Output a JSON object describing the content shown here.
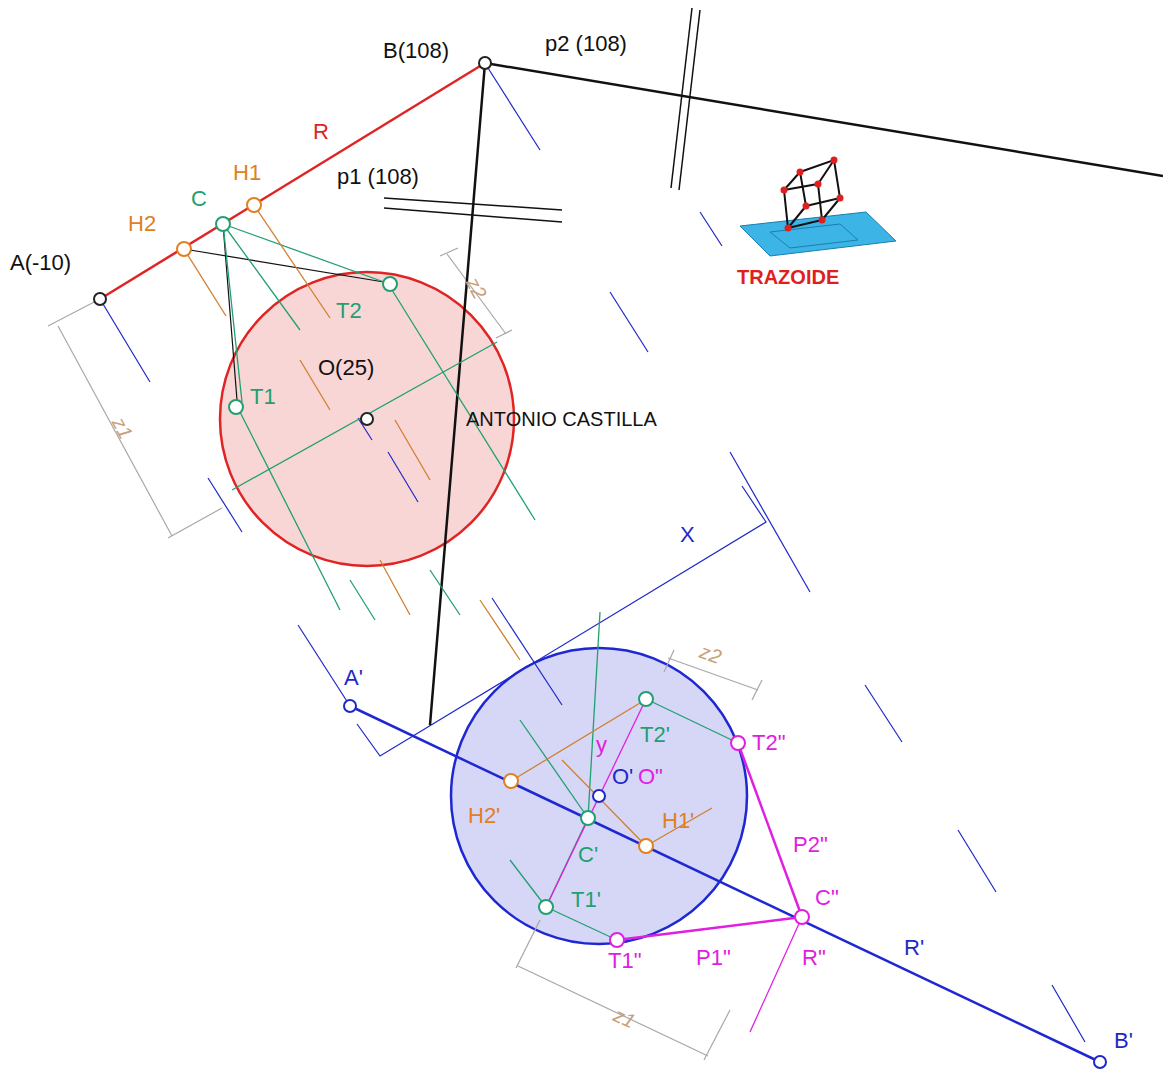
{
  "diagram": {
    "labels": [
      "B(108)",
      "p2 (108)",
      "R",
      "H1",
      "C",
      "p1 (108)",
      "H2",
      "A(-10)",
      "z2",
      "T2",
      "O(25)",
      "T1",
      "ANTONIO  CASTILLA",
      "z1",
      "TRAZOIDE",
      "X",
      "A'",
      "z2",
      "T2'",
      "T2\"",
      "y",
      "O'",
      "O\"",
      "H2'",
      "H1'",
      "C'",
      "P2\"",
      "T1'",
      "C\"",
      "T1\"",
      "P1\"",
      "R\"",
      "R'",
      "z1",
      "B'"
    ]
  }
}
